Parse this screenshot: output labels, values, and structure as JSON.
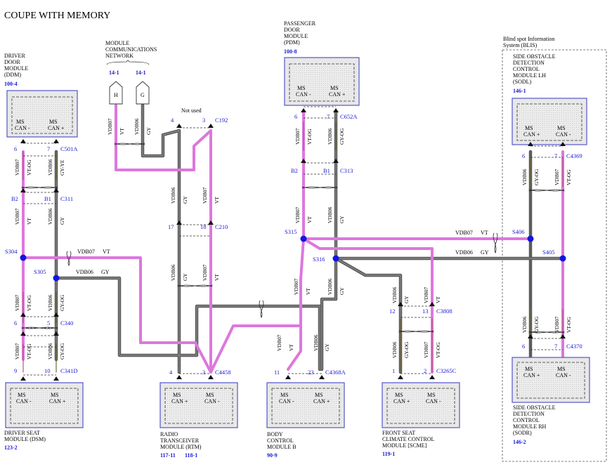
{
  "title": "COUPE WITH MEMORY",
  "module_network": {
    "label": [
      "MODULE",
      "COMMUNICATIONS",
      "NETWORK"
    ],
    "refs": [
      "14-1",
      "14-1"
    ],
    "connectors": [
      "H",
      "G"
    ]
  },
  "not_used": "Not used",
  "blis_label": [
    "Blind spot Information",
    "System (BLIS)"
  ],
  "modules": {
    "ddm": {
      "name": [
        "DRIVER",
        "DOOR",
        "MODULE",
        "(DDM)"
      ],
      "ref": "100-4",
      "pins": [
        "MS CAN -",
        "MS CAN +"
      ]
    },
    "pdm": {
      "name": [
        "PASSENGER",
        "DOOR",
        "MODULE",
        "(PDM)"
      ],
      "ref": "100-8",
      "pins": [
        "MS CAN -",
        "MS CAN +"
      ]
    },
    "sodl": {
      "name": [
        "SIDE OBSTACLE",
        "DETECTION",
        "CONTROL",
        "MODULE LH",
        "(SODL)"
      ],
      "ref": "146-1",
      "pins": [
        "MS CAN +",
        "MS CAN -"
      ]
    },
    "sodr": {
      "name": [
        "SIDE OBSTACLE",
        "DETECTION",
        "CONTROL",
        "MODULE RH",
        "(SODR)"
      ],
      "ref": "146-2",
      "pins": [
        "MS CAN +",
        "MS CAN -"
      ]
    },
    "dsm": {
      "name": [
        "DRIVER SEAT",
        "MODULE (DSM)"
      ],
      "ref": "123-2",
      "pins": [
        "MS CAN -",
        "MS CAN +"
      ]
    },
    "rtm": {
      "name": [
        "RADIO",
        "TRANSCEIVER",
        "MODULE (RTM)"
      ],
      "refs": [
        "117-11",
        "118-1"
      ],
      "pins": [
        "MS CAN +",
        "MS CAN -"
      ]
    },
    "bcm": {
      "name": [
        "BODY",
        "CONTROL",
        "MODULE B"
      ],
      "ref": "90-9",
      "pins": [
        "MS CAN -",
        "MS CAN +"
      ]
    },
    "scme": {
      "name": [
        "FRONT SEAT",
        "CLIMATE CONTROL",
        "MODULE [SCME]"
      ],
      "ref": "119-1",
      "pins": [
        "MS CAN +",
        "MS CAN -"
      ]
    }
  },
  "connectors": [
    "C501A",
    "C311",
    "C340",
    "C341D",
    "C192",
    "C210",
    "C4458",
    "C652A",
    "C313",
    "C4368A",
    "C3808",
    "C3265C",
    "C4369",
    "C4370"
  ],
  "splices": [
    "S304",
    "S305",
    "S315",
    "S316",
    "S406",
    "S405"
  ],
  "pin_numbers": [
    "6",
    "7",
    "B2",
    "B1",
    "6",
    "5",
    "9",
    "10",
    "3",
    "4",
    "17",
    "18",
    "4",
    "3",
    "6",
    "7",
    "B2",
    "B1",
    "11",
    "23",
    "12",
    "13",
    "1",
    "2",
    "6",
    "7",
    "6",
    "7"
  ],
  "circuits": {
    "vt": "VDB07",
    "gy": "VDB06"
  },
  "wire_colors": {
    "vt": "VT",
    "gy": "GY",
    "vt_og": "VT-OG",
    "gy_ye": "GY-YE",
    "gy_og": "GY-OG"
  },
  "colors": {
    "vt_wire": "#dd77dd",
    "gy_wire": "#666666",
    "vt_og_wire": "#e07a9a",
    "gy_og_wire": "#8a7a45",
    "module_border": "#5555cc",
    "module_fill": "#e8e8e8",
    "ref_text": "#1a1ad0",
    "splice": "#1414e0"
  }
}
